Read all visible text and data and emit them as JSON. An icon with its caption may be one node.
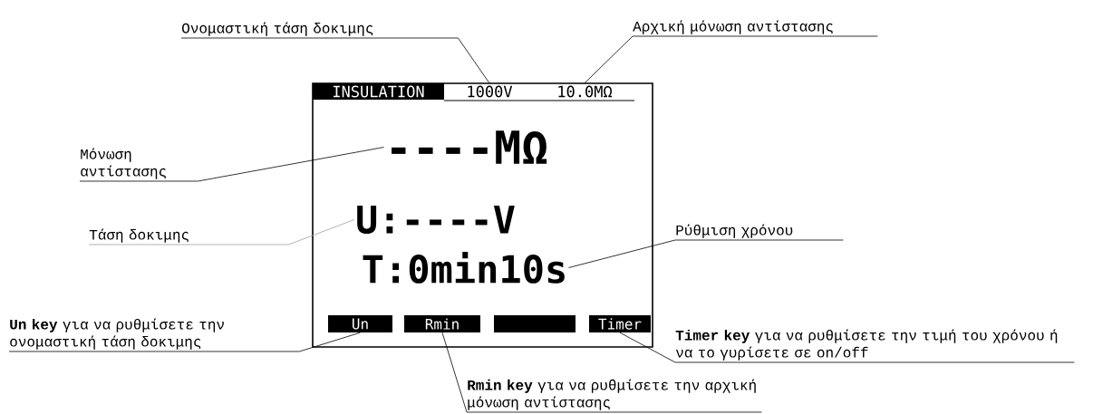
{
  "diagram": {
    "nodes": [
      {
        "text": [],
        "shape": "box"
      },
      {
        "text": [
          "INSULATION"
        ],
        "in": 0
      },
      {
        "text": [
          "1000V"
        ],
        "in": 0
      },
      {
        "text": [
          "10.0MΩ"
        ],
        "in": 0
      },
      {
        "text": [
          "----MΩ"
        ],
        "in": 0
      },
      {
        "text": [
          "U:----V"
        ],
        "in": 0
      },
      {
        "text": [
          "T:0min10s"
        ],
        "in": 0
      },
      {
        "text": [
          "Un"
        ],
        "in": 0
      },
      {
        "text": [
          "Rmin"
        ],
        "in": 0
      },
      {
        "text": [],
        "shape": "bar",
        "in": 0
      },
      {
        "text": [
          "Timer"
        ],
        "in": 0
      },
      {
        "text": [
          "Ονομαστική τάση δοκιμης"
        ]
      },
      {
        "text": [
          "Αρχική μόνωση αντίστασης"
        ]
      },
      {
        "text": [
          "Μόνωση αντίστασης"
        ]
      },
      {
        "text": [
          "Τάση δοκιμης"
        ]
      },
      {
        "text": [
          "Ρύθμιση χρόνου"
        ]
      },
      {
        "text": [
          "**Un key** για να ρυθμίσετε την ονομαστική τάση δοκιμης"
        ]
      },
      {
        "text": [
          "**Timer key** για να ρυθμίσετε την τιμή του χρόνου ή να το γυρίσετε σε on/off"
        ]
      },
      {
        "text": [
          "**Rmin key** για να ρυθμίσετε την αρχική μόνωση αντίστασης"
        ]
      }
    ],
    "edges": [
      {
        "from": 11,
        "to": 2,
        "arrow": "none"
      },
      {
        "from": 12,
        "to": 3,
        "arrow": "none"
      },
      {
        "from": 13,
        "to": 4,
        "arrow": "none"
      },
      {
        "from": 14,
        "to": 5,
        "arrow": "none",
        "color": "#a0a0a0"
      },
      {
        "from": 15,
        "to": 6,
        "arrow": "none"
      },
      {
        "from": 16,
        "to": 7,
        "arrow": "none"
      },
      {
        "from": 17,
        "to": 10,
        "arrow": "none"
      },
      {
        "from": 18,
        "to": 8,
        "arrow": "none"
      }
    ]
  }
}
